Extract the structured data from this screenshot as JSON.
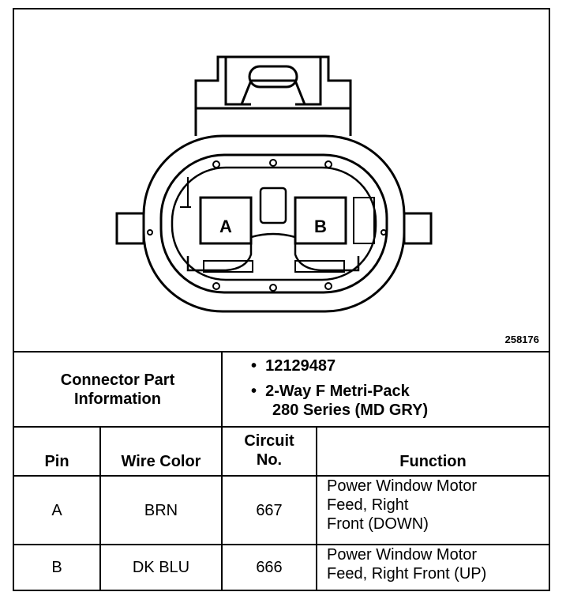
{
  "figure_id": "258176",
  "diagram": {
    "cavity_a": "A",
    "cavity_b": "B"
  },
  "connector_info": {
    "label_line1": "Connector Part",
    "label_line2": "Information",
    "bullet_char": "•",
    "part_number": "12129487",
    "description_line1": "2-Way F Metri-Pack",
    "description_line2": "280 Series (MD GRY)"
  },
  "table": {
    "headers": {
      "pin": "Pin",
      "wire_color": "Wire Color",
      "circuit_line1": "Circuit",
      "circuit_line2": "No.",
      "function": "Function"
    },
    "rows": [
      {
        "pin": "A",
        "wire_color": "BRN",
        "circuit": "667",
        "function_lines": [
          "Power Window Motor",
          "Feed, Right",
          "Front (DOWN)"
        ]
      },
      {
        "pin": "B",
        "wire_color": "DK BLU",
        "circuit": "666",
        "function_lines": [
          "Power Window Motor",
          "Feed, Right Front (UP)"
        ]
      }
    ]
  }
}
